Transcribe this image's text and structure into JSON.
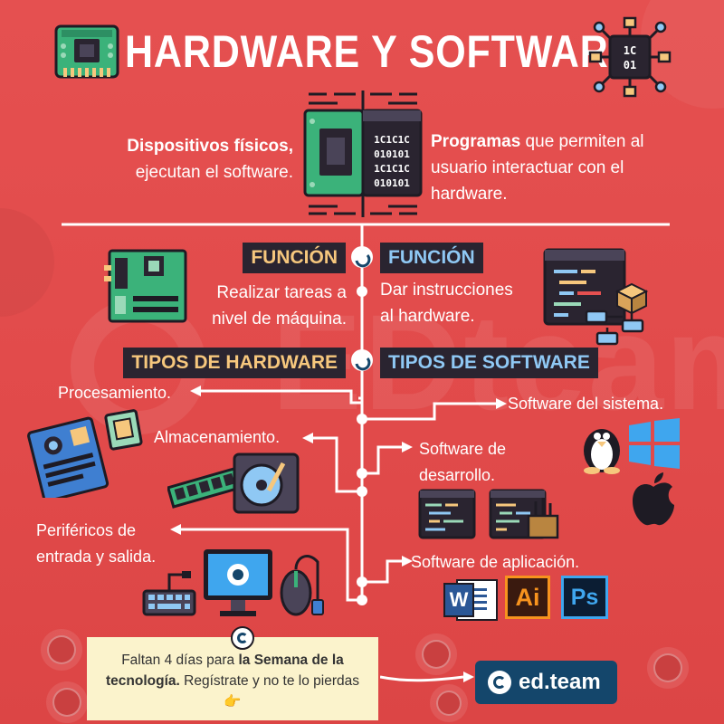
{
  "title": "HARDWARE Y SOFTWARE",
  "intro": {
    "hardware_line1": "Dispositivos físicos,",
    "hardware_line2": "ejecutan el software.",
    "software_strong": "Programas",
    "software_line1_rest": " que permiten al",
    "software_line2": "usuario interactuar con el",
    "software_line3": "hardware.",
    "binary": [
      "1C1C1C",
      "010101",
      "1C1C1C",
      "010101"
    ]
  },
  "funcion": {
    "hardware_label": "FUNCIÓN",
    "software_label": "FUNCIÓN",
    "hardware_line1": "Realizar tareas a",
    "hardware_line2": "nivel de máquina.",
    "software_line1": "Dar instrucciones",
    "software_line2": "al hardware."
  },
  "tipos": {
    "hardware_label": "TIPOS DE HARDWARE",
    "software_label": "TIPOS DE SOFTWARE",
    "hardware_items": {
      "procesamiento": "Procesamiento.",
      "almacenamiento": "Almacenamiento.",
      "perifericos_line1": "Periféricos de",
      "perifericos_line2": "entrada y salida."
    },
    "software_items": {
      "sistema": "Software del sistema.",
      "desarrollo_line1": "Software de",
      "desarrollo_line2": "desarrollo.",
      "aplicacion": "Software de aplicación."
    }
  },
  "apps": {
    "word": "W",
    "illustrator": "Ai",
    "photoshop": "Ps"
  },
  "chip_text": [
    "1C",
    "01"
  ],
  "watermark": "EDteam",
  "cta": {
    "prefix": "Faltan 4 días para ",
    "strong": "la Semana de la tecnología.",
    "rest": " Regístrate y no te lo pierdas",
    "emoji": "👉",
    "button_label": "ed.team"
  },
  "colors": {
    "background": "#e14a4a",
    "label_bg": "#2a2430",
    "hardware_accent": "#f6c77d",
    "software_accent": "#8fc8f4",
    "note_bg": "#fbf3cc",
    "edteam_blue": "#14466b"
  }
}
